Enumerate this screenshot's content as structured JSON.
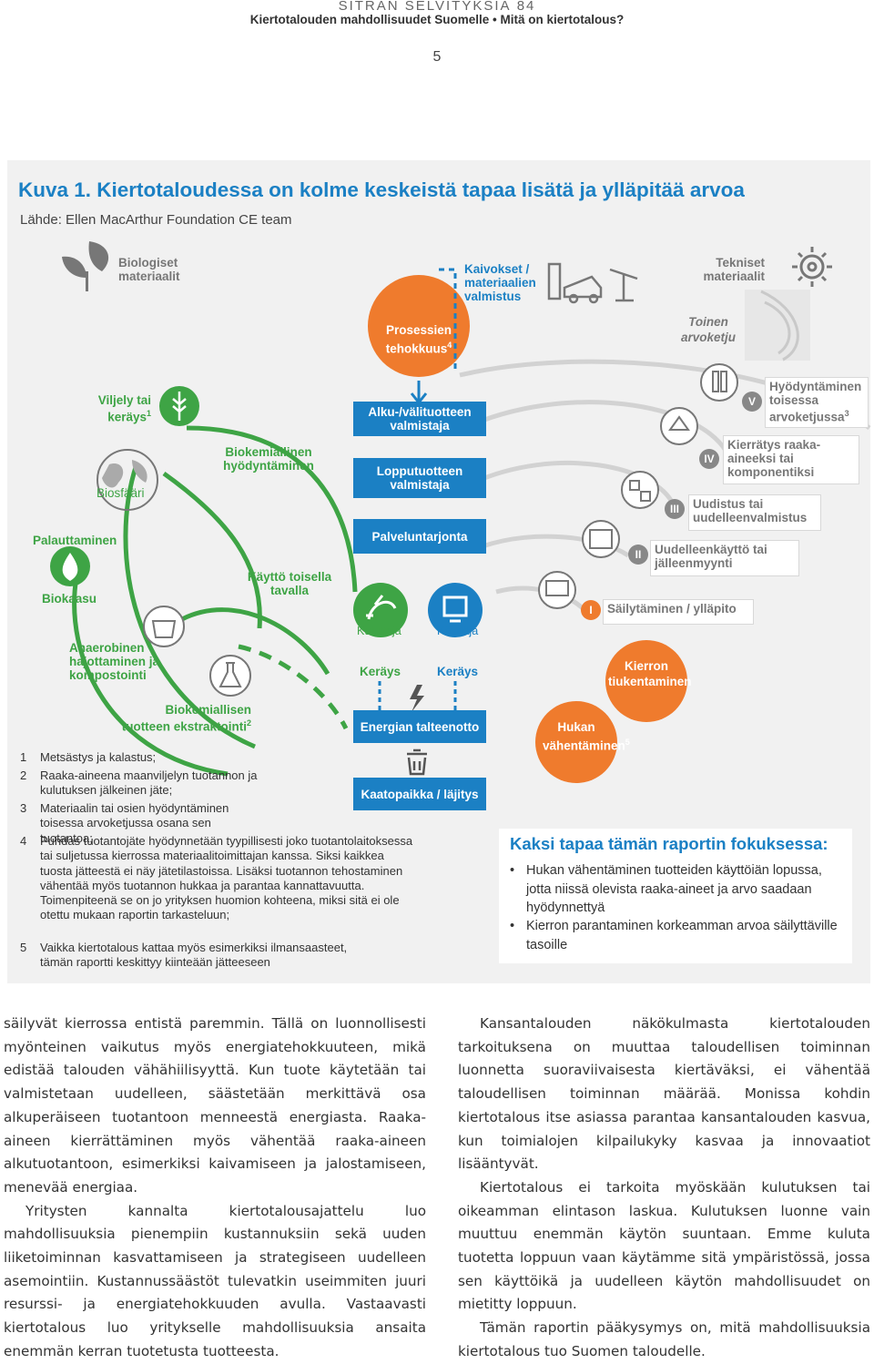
{
  "header": {
    "series": "SITRAN SELVITYKSIÄ 84",
    "title": "Kiertotalouden mahdollisuudet Suomelle • Mitä on kiertotalous?",
    "page_number": "5"
  },
  "figure": {
    "title": "Kuva 1. Kiertotaloudessa on kolme keskeistä tapaa lisätä ja ylläpitää arvoa",
    "source": "Lähde: Ellen MacArthur Foundation CE team",
    "colors": {
      "green": "#3ea445",
      "blue": "#1b80c4",
      "orange": "#ef7b2d",
      "grey": "#9a9a9a"
    },
    "top": {
      "bio_materials": "Biologiset materiaalit",
      "mining": "Kaivokset / materiaalien valmistus",
      "tech_materials": "Tekniset materiaalit",
      "process_efficiency": "Prosessien tehokkuus",
      "process_efficiency_sup": "4",
      "second_chain": "Toinen arvoketju"
    },
    "bio_side": {
      "farming": "Viljely tai keräys",
      "farming_sup": "1",
      "biosphere": "Biosfääri",
      "restoration": "Palauttaminen",
      "biogas": "Biokaasu",
      "anaerobic": "Anaerobinen hajottaminen ja kompostointi",
      "biochem_use": "Biokemiallinen hyödyntäminen",
      "cascade": "Käyttö toisella tavalla",
      "extraction": "Biokemiallisen tuotteen ekstraktointi",
      "extraction_sup": "2"
    },
    "center": {
      "parts_production": "Alku-/välituotteen valmistaja",
      "product_production": "Lopputuotteen valmistaja",
      "service": "Palveluntarjonta",
      "consumer": "Kuluttaja",
      "user": "Käyttäjä",
      "collection": "Keräys",
      "energy_recovery": "Energian talteenotto",
      "landfill": "Kaatopaikka / läjitys"
    },
    "tech_side": {
      "loops": [
        {
          "roman": "V",
          "label": "Hyödyntäminen toisessa arvoketjussa",
          "sup": "3"
        },
        {
          "roman": "IV",
          "label": "Kierrätys raaka-aineeksi tai komponentiksi"
        },
        {
          "roman": "III",
          "label": "Uudistus tai uudelleenvalmistus"
        },
        {
          "roman": "II",
          "label": "Uudelleenkäyttö tai jälleenmyynti"
        },
        {
          "roman": "I",
          "label": "Säilytäminen / ylläpito"
        }
      ],
      "loop_tightening": "Kierron tiukentaminen",
      "waste_reduction": "Hukan vähentäminen",
      "waste_reduction_sup": "5"
    },
    "notes": [
      {
        "num": "1",
        "text": "Metsästys ja kalastus;"
      },
      {
        "num": "2",
        "text": "Raaka-aineena maanviljelyn tuotannon ja kulutuksen jälkeinen jäte;"
      },
      {
        "num": "3",
        "text": "Materiaalin tai osien hyödyntäminen toisessa arvoketjussa osana sen tuotantoa;"
      },
      {
        "num": "4",
        "text": "Puhdas tuotantojäte hyödynnetään tyypillisesti joko tuotantolaitoksessa tai suljetussa kierrossa materiaalitoimittajan kanssa. Siksi kaikkea tuosta jätteestä ei näy jätetilastoissa. Lisäksi tuotannon tehostaminen vähentää myös tuotannon hukkaa ja parantaa kannattavuutta. Toimenpiteenä se on jo yrityksen huomion kohteena, miksi sitä ei ole otettu mukaan raportin tarkasteluun;"
      },
      {
        "num": "5",
        "text": "Vaikka kiertotalous kattaa myös esimerkiksi ilmansaasteet, tämän raportti keskittyy kiinteään jätteeseen"
      }
    ],
    "focus": {
      "title": "Kaksi tapaa tämän raportin fokuksessa:",
      "items": [
        "Hukan vähentäminen tuotteiden käyttöiän lopussa, jotta niissä olevista raaka-aineet ja arvo saadaan hyödynnettyä",
        "Kierron parantaminen korkeamman arvoa säilyttäville tasoille"
      ]
    }
  },
  "body": {
    "left": [
      "säilyvät kierrossa entistä paremmin. Tällä on luonnollisesti myönteinen vaikutus myös energiatehokkuuteen, mikä edistää talouden vähähiilisyyttä. Kun tuote käytetään tai valmistetaan uudelleen, säästetään merkittävä osa alkuperäiseen tuotantoon menneestä energiasta. Raaka-aineen kierrättäminen myös vähentää raaka-aineen alkutuotantoon, esimerkiksi kaivamiseen ja jalostamiseen, menevää energiaa.",
      "Yritysten kannalta kiertotalousajattelu luo mahdollisuuksia pienempiin kustannuksiin sekä uuden liiketoiminnan kasvattamiseen ja strategiseen uudelleen asemointiin. Kustannussäästöt tulevatkin useimmiten juuri resurssi- ja energiatehokkuuden avulla. Vastaavasti kiertotalous luo yritykselle mahdollisuuksia ansaita enemmän kerran tuotetusta tuotteesta."
    ],
    "right": [
      "Kansantalouden näkökulmasta kiertotalouden tarkoituksena on muuttaa taloudellisen toiminnan luonnetta suoraviivaisesta kiertäväksi, ei vähentää taloudellisen toiminnan määrää. Monissa kohdin kiertotalous itse asiassa parantaa kansantalouden kasvua, kun toimialojen kilpailukyky kasvaa ja innovaatiot lisääntyvät.",
      "Kiertotalous ei tarkoita myöskään kulutuksen tai oikeamman elintason laskua. Kulutuksen luonne vain muuttuu enemmän käytön suuntaan. Emme kuluta tuotetta loppuun vaan käytämme sitä ympäristössä, jossa sen käyttöikä ja uudelleen käytön mahdollisuudet on mietitty loppuun.",
      "Tämän raportin pääkysymys on, mitä mahdollisuuksia kiertotalous tuo Suomen taloudelle."
    ]
  }
}
